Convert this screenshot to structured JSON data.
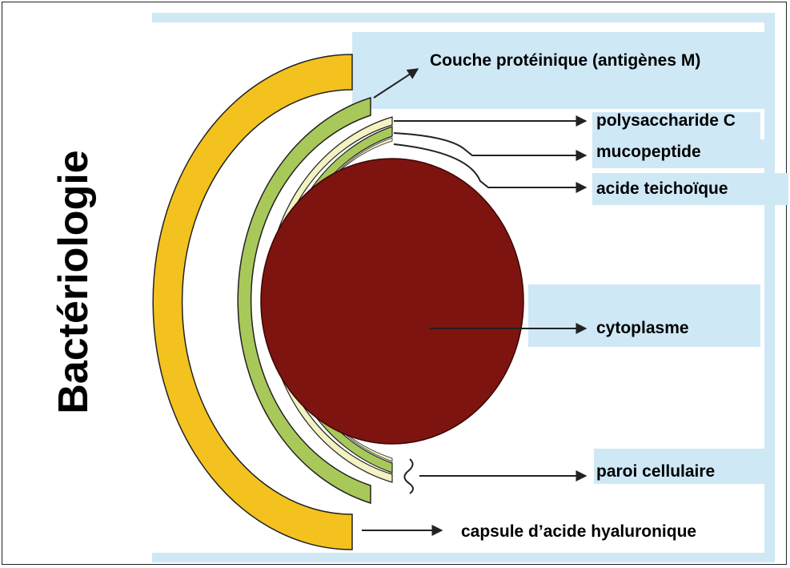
{
  "title": "Bactériologie",
  "labels": {
    "couche_proteinique": "Couche protéinique (antigènes M)",
    "polysaccharide": "polysaccharide C",
    "mucopeptide": "mucopeptide",
    "acide_teichoique": "acide teichoïque",
    "cytoplasme": "cytoplasme",
    "paroi": "paroi cellulaire",
    "capsule": "capsule d’acide hyaluronique"
  },
  "colors": {
    "background_panel": "#cfe8f6",
    "capsule": "#f4c21f",
    "wall_green": "#a9c85a",
    "wall_pale": "#f2f2c2",
    "cytoplasm": "#7e1410",
    "arrow": "#222222"
  }
}
